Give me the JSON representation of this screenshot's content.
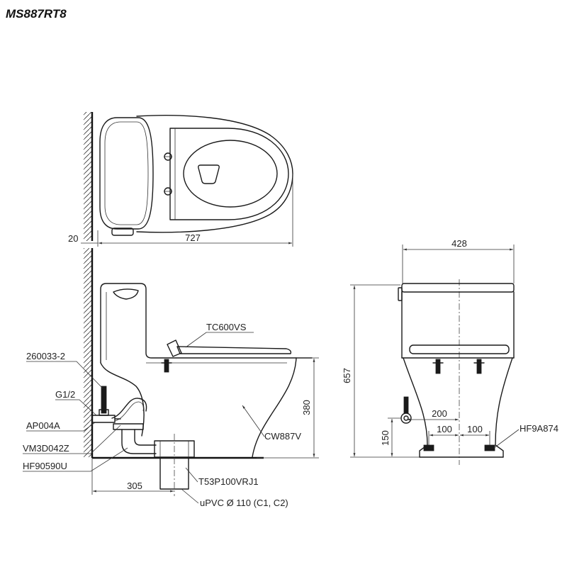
{
  "model": "MS887RT8",
  "dimensions": {
    "top_wall_gap": "20",
    "top_length": "727",
    "front_width": "428",
    "front_height": "657",
    "side_height": "380",
    "side_offset": "305",
    "front_offset": "200",
    "front_inlet": "150",
    "front_left": "100",
    "front_right": "100"
  },
  "parts": {
    "seat": "TC600VS",
    "fitting": "260033-2",
    "thread": "G1/2",
    "valve": "AP004A",
    "hose": "VM3D042Z",
    "flange": "HF90590U",
    "bowl": "CW887V",
    "adapter": "T53P100VRJ1",
    "pipe": "uPVC Ø 110 (C1, C2)",
    "bolts": "HF9A874"
  },
  "colors": {
    "line": "#1a1a1a",
    "background": "#ffffff"
  }
}
